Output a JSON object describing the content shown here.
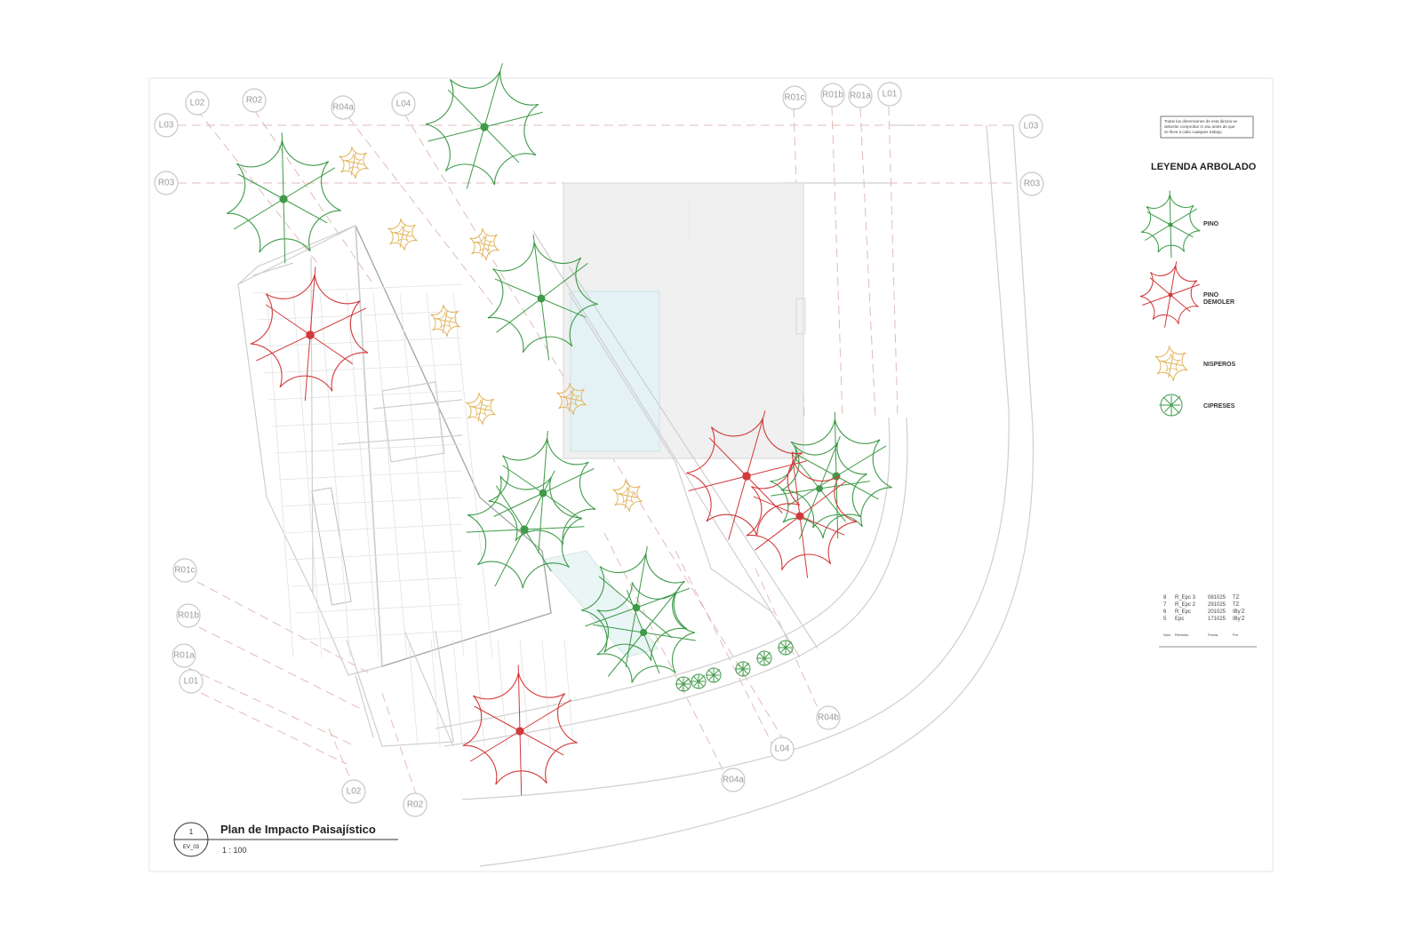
{
  "colors": {
    "pino": "#3e9a48",
    "pino_demoler": "#d2393a",
    "nesperos": "#e2b45a",
    "cipreses": "#3e9a48",
    "grid": "#d9a4a4",
    "pool": "#d9eef2",
    "building": "#f0f0f0"
  },
  "grid_labels": {
    "top": [
      "L02",
      "R02",
      "R04a",
      "L04",
      "R01c",
      "R01b",
      "R01a",
      "L01"
    ],
    "left": [
      "L03",
      "R03"
    ],
    "right": [
      "L03",
      "R03"
    ],
    "lower_left": [
      "R01c",
      "R01b",
      "R01a",
      "L01"
    ],
    "bottom": [
      "L02",
      "R02",
      "R04a",
      "L04",
      "R04b"
    ]
  },
  "note": {
    "lines": [
      "Todas las dimensiones de esta lámina se",
      "deberán comprobar in situ antes de que",
      "se lleve a cabo cualquier trabajo."
    ]
  },
  "legend": {
    "title": "LEYENDA ARBOLADO",
    "items": [
      {
        "label": "PINO",
        "icon": "pine-tree-icon"
      },
      {
        "label": "PINO\nDEMOLER",
        "label_lines": [
          "PINO",
          "DEMOLER"
        ],
        "icon": "pine-demolish-icon"
      },
      {
        "label": "NISPEROS",
        "icon": "loquat-tree-icon"
      },
      {
        "label": "CIPRESES",
        "icon": "cypress-tree-icon"
      }
    ]
  },
  "revisions": {
    "rows": [
      [
        "8",
        "R_Epc 3",
        "081025",
        "TZ"
      ],
      [
        "7",
        "R_Epc 2",
        "291025",
        "TZ"
      ],
      [
        "6",
        "R_Epc",
        "201025",
        "IBy'Z"
      ],
      [
        "5",
        "Epc",
        "171025",
        "IBy'Z"
      ]
    ],
    "footer": [
      "Núm",
      "Revisión",
      "Fecha",
      "Por"
    ]
  },
  "title_block": {
    "view_number": "1",
    "sheet_ref": "EV_03",
    "title": "Plan de Impacto Paisajístico",
    "scale": "1 : 100"
  }
}
